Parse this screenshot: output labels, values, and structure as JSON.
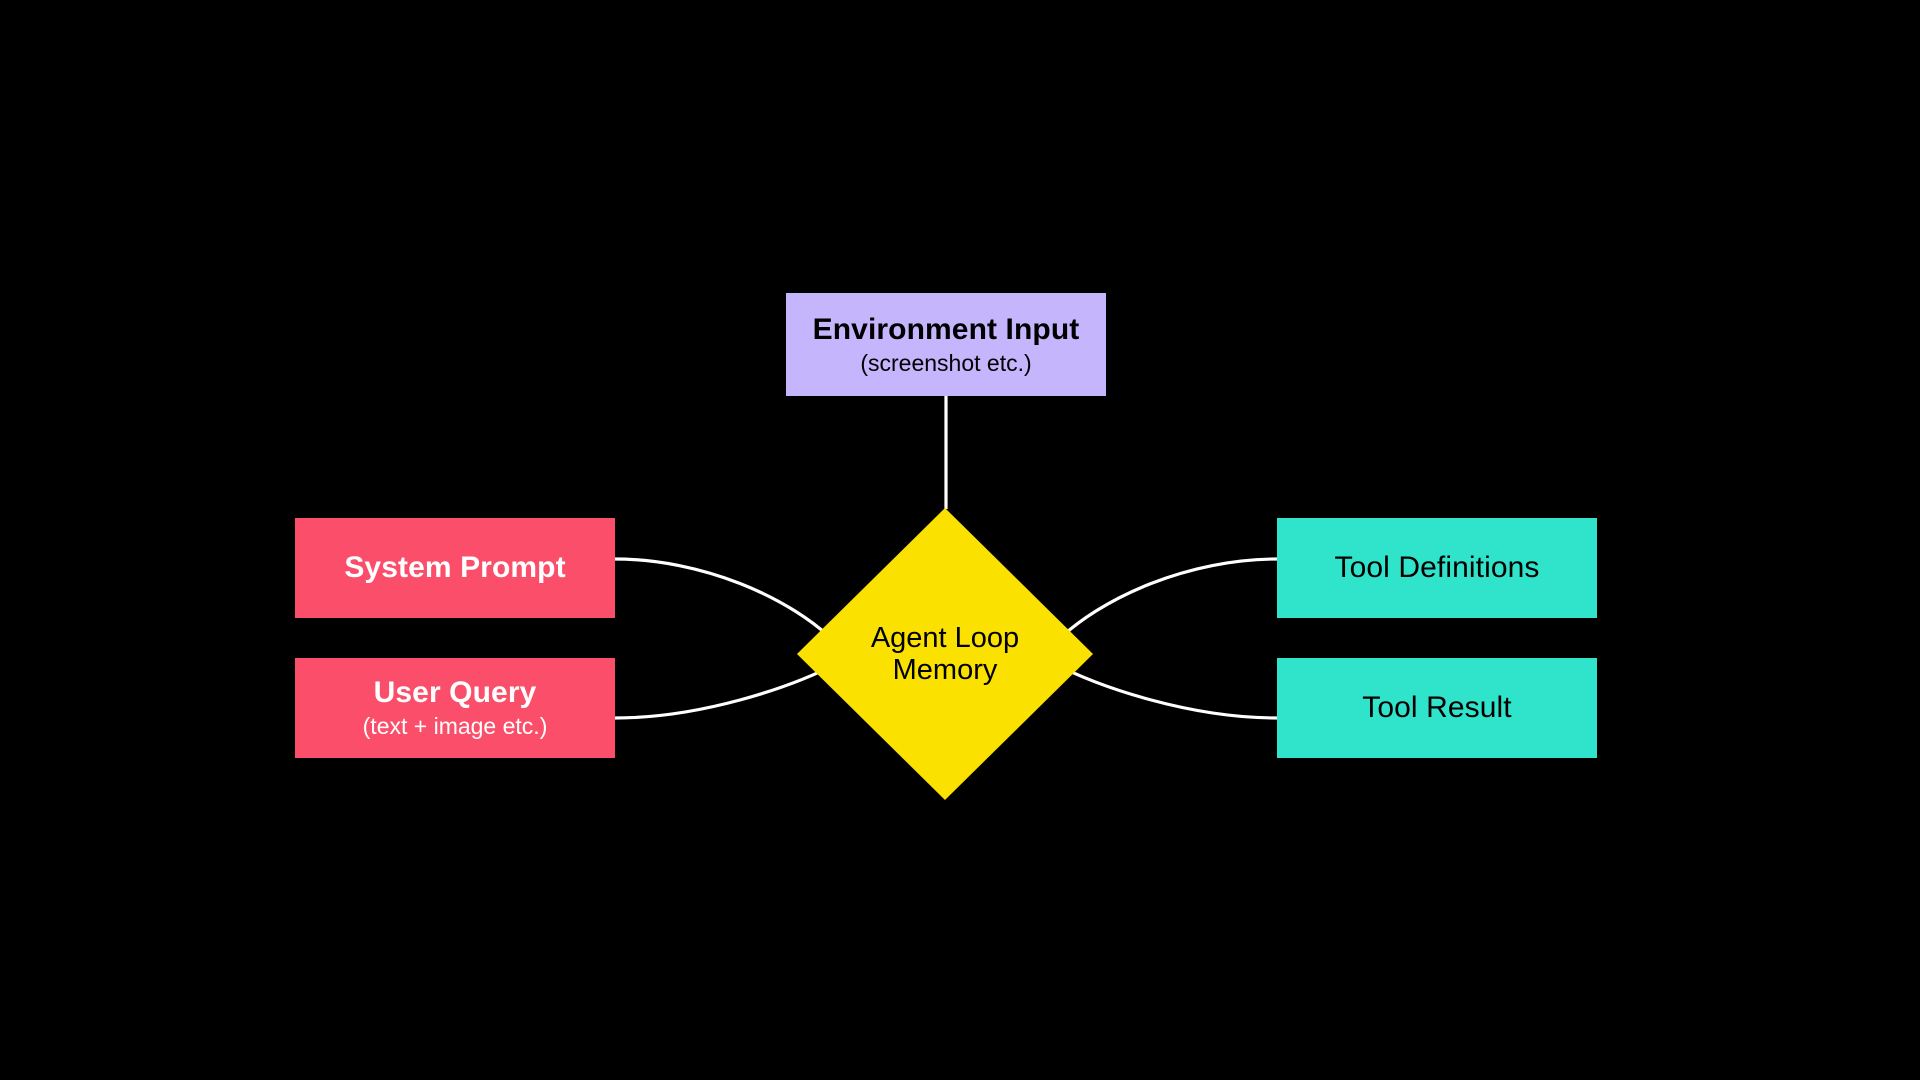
{
  "diagram": {
    "background_color": "#000000",
    "edge_color": "#FFFFFF",
    "nodes": {
      "environment_input": {
        "title": "Environment Input",
        "subtitle": "(screenshot etc.)",
        "fill": "#C4B5FD",
        "text_color": "#000000",
        "shape": "rectangle"
      },
      "system_prompt": {
        "title": "System Prompt",
        "subtitle": "",
        "fill": "#FB4E6A",
        "text_color": "#FFFFFF",
        "shape": "rectangle"
      },
      "user_query": {
        "title": "User Query",
        "subtitle": "(text + image etc.)",
        "fill": "#FB4E6A",
        "text_color": "#FFFFFF",
        "shape": "rectangle"
      },
      "tool_definitions": {
        "title": "Tool Definitions",
        "subtitle": "",
        "fill": "#30E3CB",
        "text_color": "#000000",
        "shape": "rectangle"
      },
      "tool_result": {
        "title": "Tool Result",
        "subtitle": "",
        "fill": "#30E3CB",
        "text_color": "#000000",
        "shape": "rectangle"
      },
      "agent_loop_memory": {
        "title_line_1": "Agent Loop",
        "title_line_2": "Memory",
        "fill": "#FAE100",
        "text_color": "#000000",
        "shape": "diamond"
      }
    },
    "edges": [
      {
        "from": "environment_input",
        "to": "agent_loop_memory",
        "style": "straight"
      },
      {
        "from": "system_prompt",
        "to": "agent_loop_memory",
        "style": "curve"
      },
      {
        "from": "user_query",
        "to": "agent_loop_memory",
        "style": "curve"
      },
      {
        "from": "agent_loop_memory",
        "to": "tool_definitions",
        "style": "curve"
      },
      {
        "from": "agent_loop_memory",
        "to": "tool_result",
        "style": "curve"
      }
    ]
  }
}
